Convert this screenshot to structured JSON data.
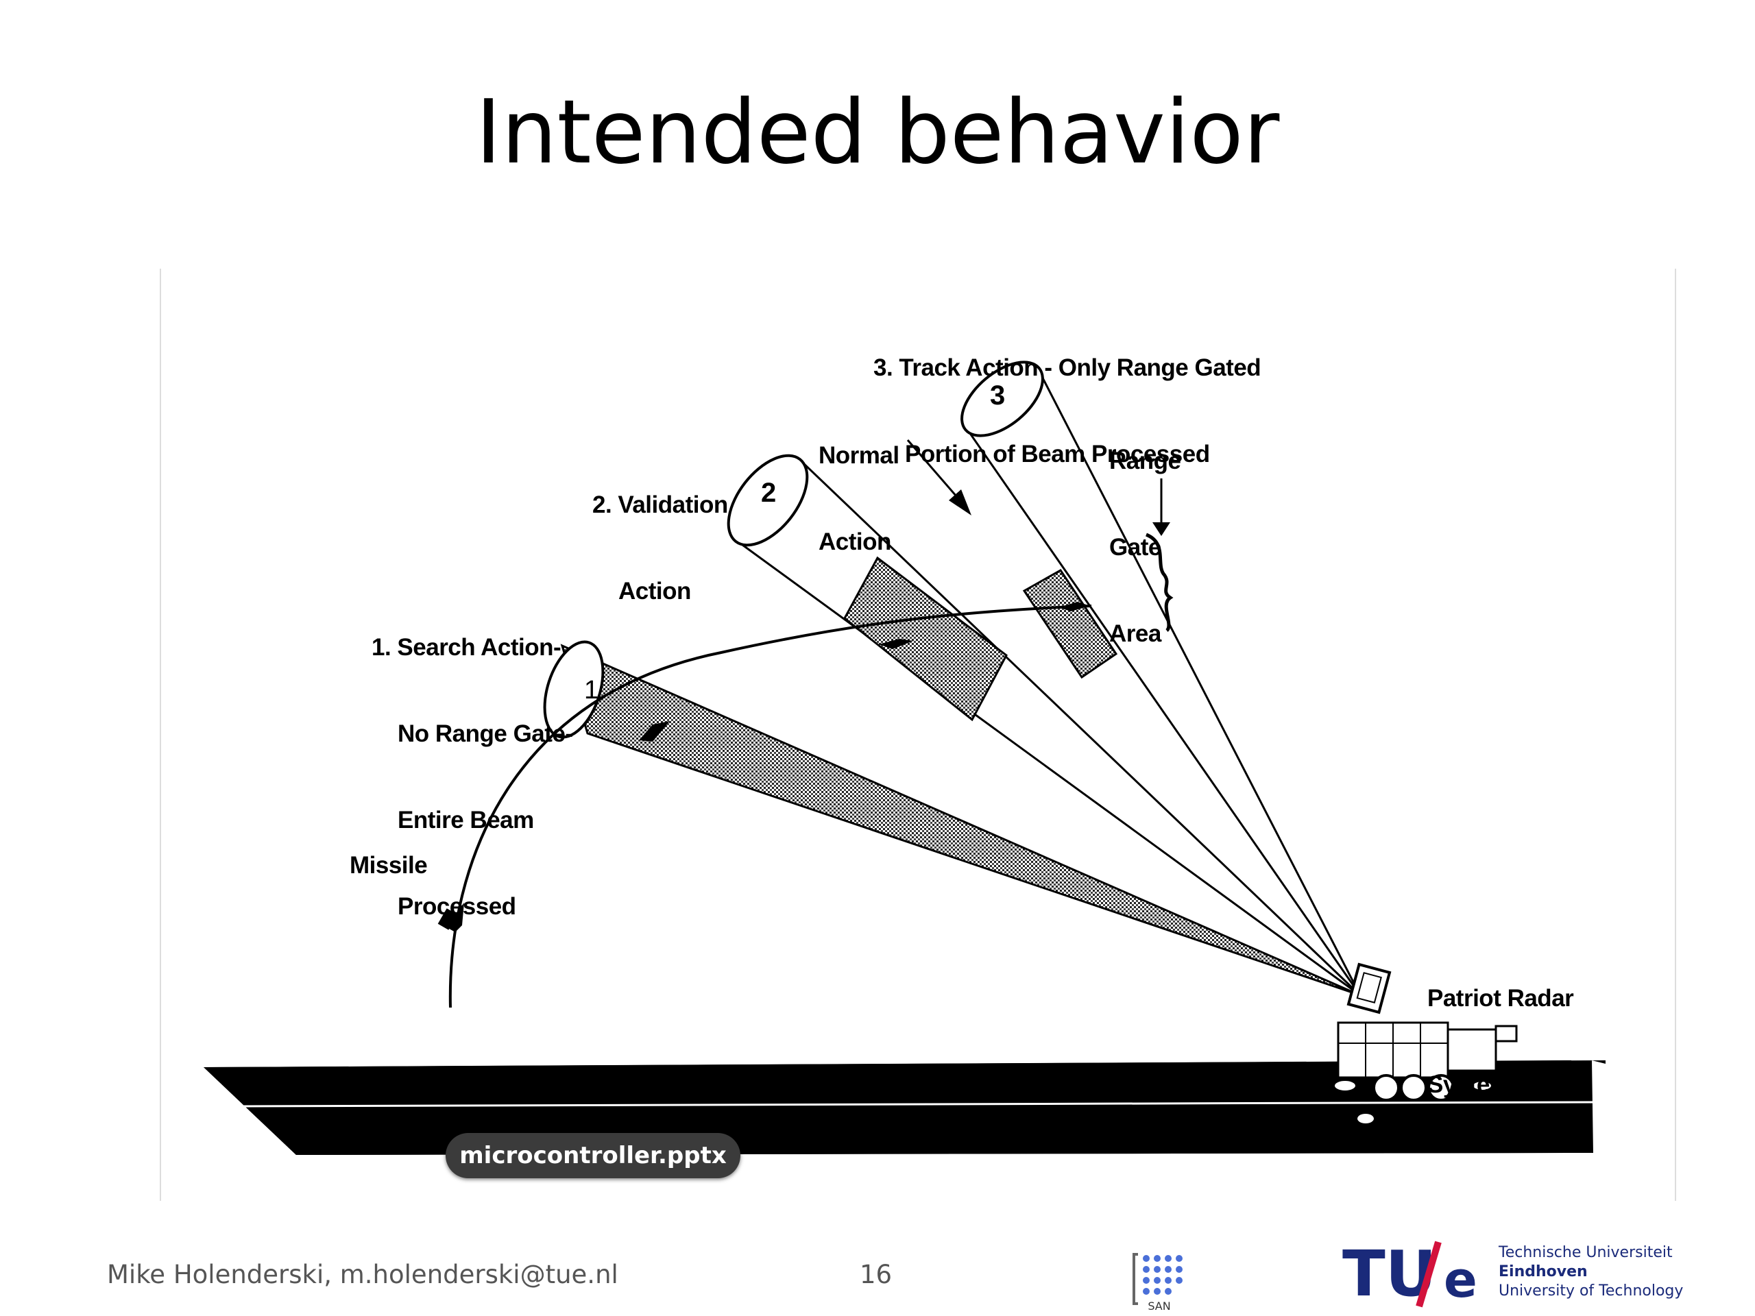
{
  "slide": {
    "title": "Intended behavior",
    "page_number": "16",
    "author": "Mike Holenderski, m.holenderski@tue.nl"
  },
  "figure": {
    "beams": [
      {
        "number": "1",
        "label_lines": [
          "1. Search Action-",
          "No Range Gate-",
          "Entire Beam",
          "Processed"
        ]
      },
      {
        "number": "2",
        "label_lines": [
          "2. Validation",
          "Action"
        ]
      },
      {
        "number": "3",
        "label_lines": [
          "3. Track Action - Only Range Gated",
          "Portion of Beam Processed"
        ]
      }
    ],
    "normal_action_lines": [
      "Normal",
      "Action"
    ],
    "range_gate_lines": [
      "Range",
      "Gate",
      "Area"
    ],
    "missile_label": "Missile",
    "radar_label_lines": [
      "Patriot Radar",
      "System"
    ]
  },
  "file_tooltip": "microcontroller.pptx",
  "logos": {
    "san_caption": "SAN",
    "tue_mark": "TU/e",
    "tue_lines": [
      "Technische Universiteit",
      "Eindhoven",
      "University of Technology"
    ],
    "tue_color": "#1a2a7a",
    "tue_slash_color": "#d3123c"
  }
}
